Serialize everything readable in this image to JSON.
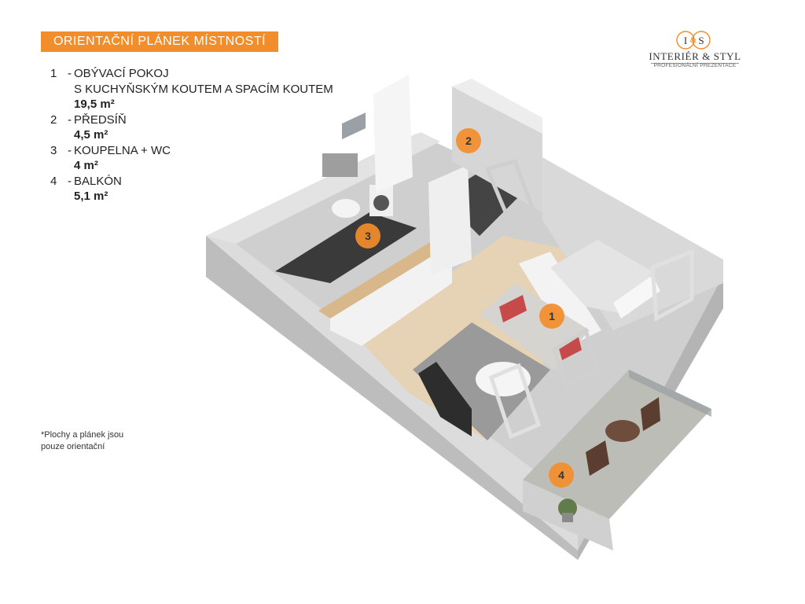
{
  "banner": {
    "title": "ORIENTAČNÍ PLÁNEK MÍSTNOSTÍ"
  },
  "legend": {
    "items": [
      {
        "number": "1",
        "name": "OBÝVACÍ POKOJ",
        "name_line2": "S KUCHYŇSKÝM KOUTEM A SPACÍM KOUTEM",
        "area": "19,5 m²"
      },
      {
        "number": "2",
        "name": "PŘEDSÍŇ",
        "area": "4,5 m²"
      },
      {
        "number": "3",
        "name": "KOUPELNA + WC",
        "area": "4 m²"
      },
      {
        "number": "4",
        "name": "BALKÓN",
        "area": "5,1 m²"
      }
    ]
  },
  "note": {
    "line1": "*Plochy  a plánek jsou",
    "line2": "pouze orientační"
  },
  "logo": {
    "monogram_left": "I",
    "monogram_right": "S",
    "name": "INTERIÉR & STYL",
    "tagline": "PROFESIONÁLNÍ PREZENTACE"
  },
  "plan": {
    "markers": [
      {
        "label": "1",
        "room": "obyvaci-pokoj"
      },
      {
        "label": "2",
        "room": "predsin"
      },
      {
        "label": "3",
        "room": "koupelna"
      },
      {
        "label": "4",
        "room": "balkon"
      }
    ],
    "colors": {
      "accent": "#f28d2b",
      "wall": "#d9d9d9",
      "wall_top": "#ececec",
      "floor_wood": "#e6d2b5",
      "tile_dark": "#3a3a3a",
      "balcony_floor": "#bdbdb8"
    }
  }
}
